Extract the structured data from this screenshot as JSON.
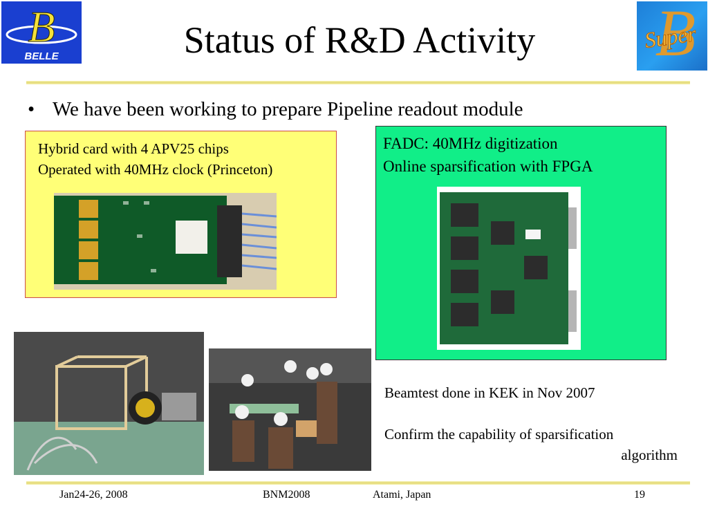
{
  "slide": {
    "title": "Status of R&D Activity",
    "bullet": "We have been working to prepare Pipeline readout module",
    "bullet_marker": "•"
  },
  "logos": {
    "left_text": "BELLE",
    "left_letter": "B",
    "right_text": "Super",
    "right_letter": "B"
  },
  "hybrid_panel": {
    "lines": [
      "Hybrid card with 4 APV25 chips",
      "Operated with 40MHz clock (Princeton)"
    ]
  },
  "fadc_panel": {
    "lines": [
      "FADC: 40MHz digitization",
      "Online sparsification with FPGA"
    ]
  },
  "beamtest": {
    "line1": "Beamtest  done in KEK in Nov 2007",
    "line2": "Confirm the capability of sparsification",
    "line3": "algorithm"
  },
  "footer": {
    "date": "Jan24-26, 2008",
    "conference": "BNM2008",
    "location": "Atami, Japan",
    "page": "19"
  },
  "colors": {
    "hybrid_panel_bg": "#ffff77",
    "fadc_panel_bg": "#11ee88",
    "rule": "#e2d873",
    "belle_logo_bg": "#1a3fd0",
    "super_logo_letter": "#f39a1a"
  }
}
